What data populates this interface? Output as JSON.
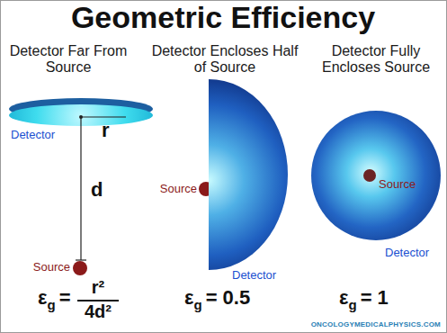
{
  "diagram": {
    "title": "Geometric Efficiency",
    "labels": [
      "Detector Far From Source",
      "Detector Encloses Half of Source",
      "Detector Fully Encloses Source",
      "Detector",
      "r",
      "d",
      "Source",
      "Source",
      "Detector",
      "Source",
      "Detector",
      "ε",
      "g",
      "=",
      "r²",
      "4d²",
      "ε",
      "g",
      "= 0.5",
      "ε",
      "g",
      "= 1",
      "ONCOLOGYMEDICALPHYSICS.COM"
    ]
  }
}
